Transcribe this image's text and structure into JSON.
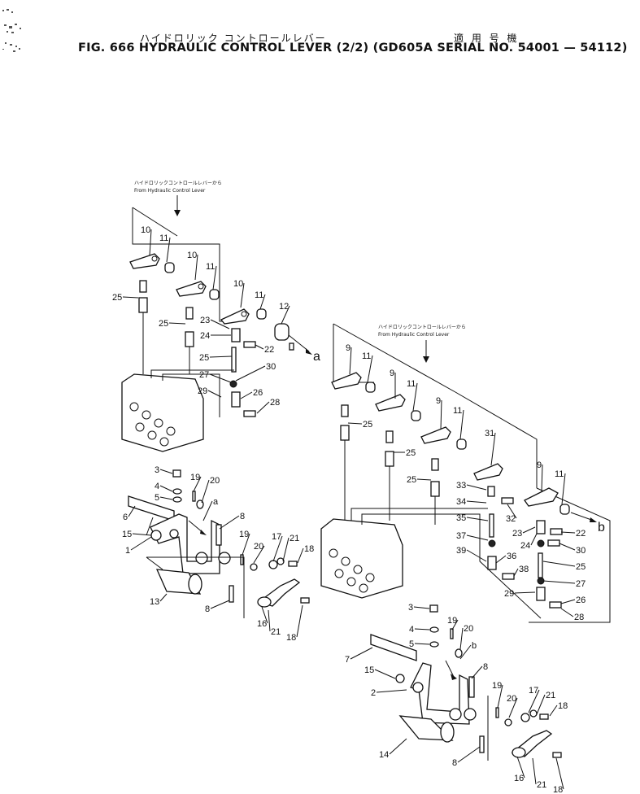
{
  "header": {
    "jp_title": "ハイドロリック コントロールレバー",
    "jp_applicability": "適 用 号 機",
    "fig_title": "FIG. 666 HYDRAULIC CONTROL LEVER (2/2) (GD605A SERIAL NO. 54001 — 54112)"
  },
  "notes": {
    "left": {
      "jp": "ハイドロリックコントロールレバーから",
      "en": "From Hydraulic Control Lever"
    },
    "right": {
      "jp": "ハイドロリックコントロールレバーから",
      "en": "From Hydraulic Control Lever"
    }
  },
  "arrows": {
    "a": "a",
    "b": "b"
  },
  "left_assembly_labels": [
    "10",
    "11",
    "10",
    "11",
    "10",
    "11",
    "12",
    "25",
    "25",
    "23",
    "24",
    "22",
    "25",
    "30",
    "27",
    "29",
    "26",
    "28"
  ],
  "left_lever_labels": [
    "3",
    "19",
    "20",
    "4",
    "5",
    "a",
    "6",
    "8",
    "15",
    "19",
    "17",
    "21",
    "1",
    "20",
    "18",
    "13",
    "8",
    "16",
    "21",
    "18"
  ],
  "right_assembly_labels": [
    "9",
    "11",
    "9",
    "11",
    "9",
    "11",
    "31",
    "9",
    "11",
    "25",
    "25",
    "25",
    "33",
    "34",
    "32",
    "35",
    "23",
    "22",
    "37",
    "24",
    "30",
    "39",
    "36",
    "25",
    "38",
    "27",
    "29",
    "26",
    "28"
  ],
  "right_lever_labels": [
    "3",
    "19",
    "4",
    "20",
    "5",
    "b",
    "7",
    "8",
    "15",
    "2",
    "19",
    "17",
    "20",
    "21",
    "18",
    "14",
    "8",
    "16",
    "21",
    "18"
  ]
}
